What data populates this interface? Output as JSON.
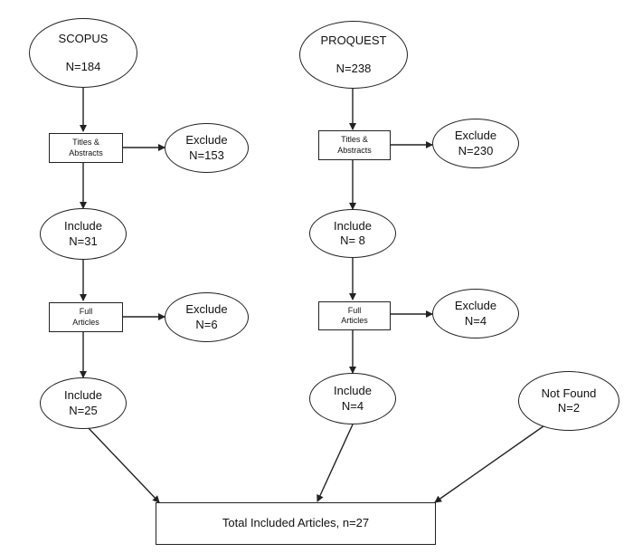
{
  "scopus": {
    "source": {
      "name": "SCOPUS",
      "count": "N=184"
    },
    "screen_titles": {
      "line1": "Titles &",
      "line2": "Abstracts"
    },
    "exclude_titles": {
      "label": "Exclude",
      "count": "N=153"
    },
    "include_titles": {
      "label": "Include",
      "count": "N=31"
    },
    "screen_full": {
      "line1": "Full",
      "line2": "Articles"
    },
    "exclude_full": {
      "label": "Exclude",
      "count": "N=6"
    },
    "include_full": {
      "label": "Include",
      "count": "N=25"
    }
  },
  "proquest": {
    "source": {
      "name": "PROQUEST",
      "count": "N=238"
    },
    "screen_titles": {
      "line1": "Titles &",
      "line2": "Abstracts"
    },
    "exclude_titles": {
      "label": "Exclude",
      "count": "N=230"
    },
    "include_titles": {
      "label": "Include",
      "count": "N= 8"
    },
    "screen_full": {
      "line1": "Full",
      "line2": "Articles"
    },
    "exclude_full": {
      "label": "Exclude",
      "count": "N=4"
    },
    "include_full": {
      "label": "Include",
      "count": "N=4"
    }
  },
  "not_found": {
    "label": "Not Found",
    "count": "N=2"
  },
  "total": {
    "label": "Total Included Articles, n=27"
  }
}
